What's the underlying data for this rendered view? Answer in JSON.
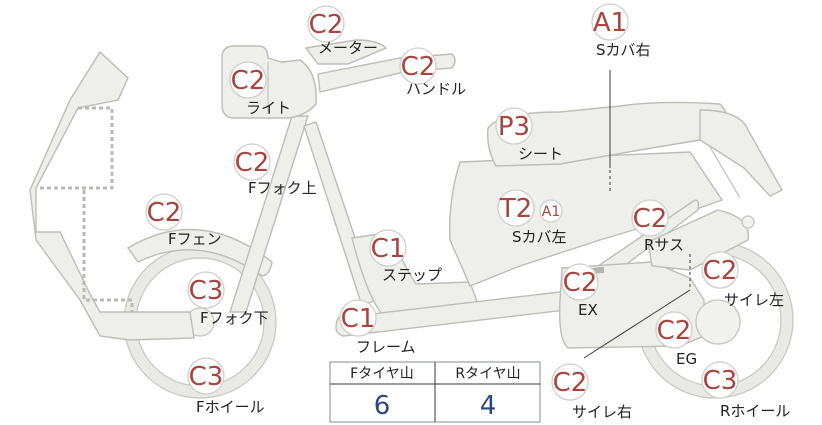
{
  "parts": [
    {
      "id": "meter",
      "grade": "C2",
      "label": "メーター"
    },
    {
      "id": "handle",
      "grade": "C2",
      "label": "ハンドル"
    },
    {
      "id": "light",
      "grade": "C2",
      "label": "ライト"
    },
    {
      "id": "front-fork-upper",
      "grade": "C2",
      "label": "Fフォク上"
    },
    {
      "id": "front-fender",
      "grade": "C2",
      "label": "Fフェン"
    },
    {
      "id": "front-fork-lower",
      "grade": "C3",
      "label": "Fフォク下"
    },
    {
      "id": "front-wheel",
      "grade": "C3",
      "label": "Fホイール"
    },
    {
      "id": "step",
      "grade": "C1",
      "label": "ステップ"
    },
    {
      "id": "frame",
      "grade": "C1",
      "label": "フレーム"
    },
    {
      "id": "side-cover-right",
      "grade": "A1",
      "label": "Sカバ右"
    },
    {
      "id": "seat",
      "grade": "P3",
      "label": "シート"
    },
    {
      "id": "side-cover-left",
      "grade": "T2",
      "grade_sub": "A1",
      "label": "Sカバ左"
    },
    {
      "id": "rear-suspension",
      "grade": "C2",
      "label": "Rサス"
    },
    {
      "id": "exhaust",
      "grade": "C2",
      "label": "EX"
    },
    {
      "id": "muffler-left",
      "grade": "C2",
      "label": "サイレ左"
    },
    {
      "id": "engine",
      "grade": "C2",
      "label": "EG"
    },
    {
      "id": "rear-wheel",
      "grade": "C3",
      "label": "Rホイール"
    },
    {
      "id": "muffler-right",
      "grade": "C2",
      "label": "サイレ右"
    }
  ],
  "tread_table": {
    "headers": [
      "Fタイヤ山",
      "Rタイヤ山"
    ],
    "values": [
      "6",
      "4"
    ]
  },
  "colors": {
    "grade": "#a9443e",
    "tread_value": "#2a4a86",
    "part_fill": "#eeeeea"
  }
}
